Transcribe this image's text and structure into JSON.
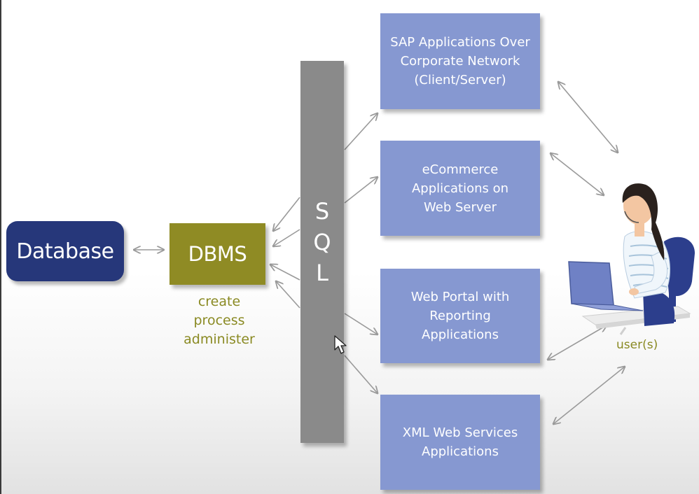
{
  "nodes": {
    "database": "Database",
    "dbms": "DBMS",
    "dbms_functions": [
      "create",
      "process",
      "administer"
    ],
    "sql_letters": [
      "S",
      "Q",
      "L"
    ],
    "applications": [
      {
        "label": "SAP Applications Over\nCorporate Network\n(Client/Server)"
      },
      {
        "label": "eCommerce\nApplications on\nWeb Server"
      },
      {
        "label": "Web Portal with\nReporting\nApplications"
      },
      {
        "label": "XML Web Services\nApplications"
      }
    ],
    "user_label": "user(s)"
  },
  "colors": {
    "database": "#26377a",
    "dbms": "#8f8b24",
    "caption_text": "#8a8a23",
    "sql_bar": "#8a8a8a",
    "application_box": "#8698d1",
    "arrow": "#9a9a9a"
  }
}
